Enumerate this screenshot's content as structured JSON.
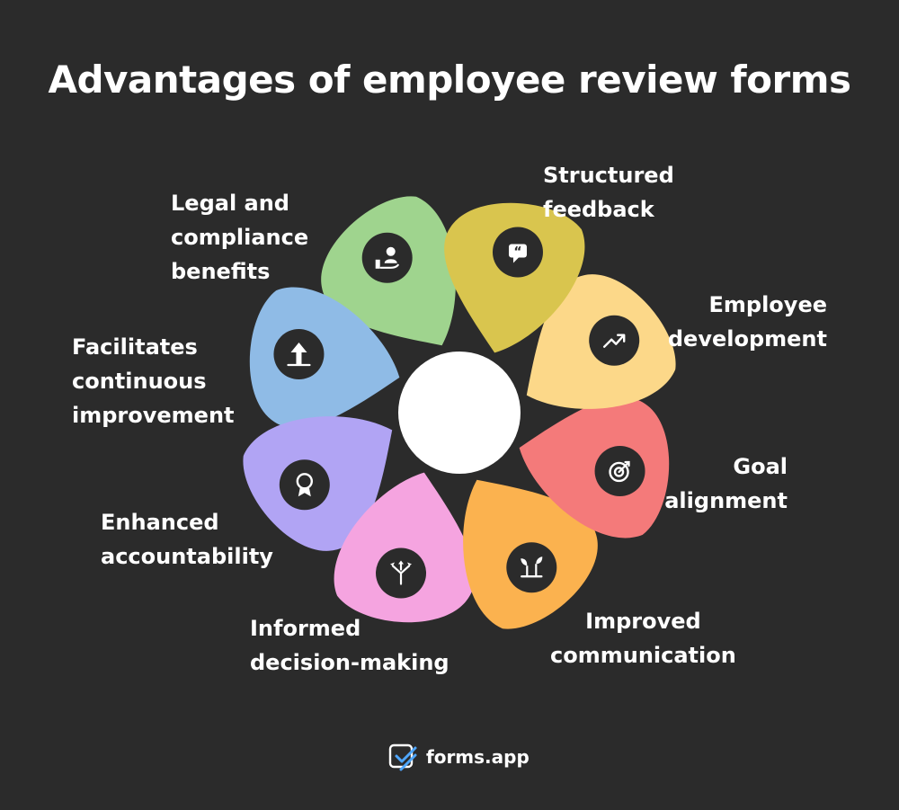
{
  "title": "Advantages of employee review forms",
  "colors": {
    "background": "#2b2b2b",
    "center": "#ffffff",
    "icon_circle": "#2b2b2b",
    "text": "#ffffff"
  },
  "items": [
    {
      "lines": [
        "Structured",
        "feedback"
      ],
      "color": "#d9c54e",
      "icon": "quote-bubble-icon"
    },
    {
      "lines": [
        "Employee",
        "development"
      ],
      "color": "#fcd889",
      "icon": "trending-up-icon"
    },
    {
      "lines": [
        "Goal",
        "alignment"
      ],
      "color": "#f47a7a",
      "icon": "target-icon"
    },
    {
      "lines": [
        "Improved",
        "communication"
      ],
      "color": "#fbb24f",
      "icon": "sprout-icon"
    },
    {
      "lines": [
        "Informed",
        "decision-making"
      ],
      "color": "#f5a4e0",
      "icon": "split-arrows-icon"
    },
    {
      "lines": [
        "Enhanced",
        "accountability"
      ],
      "color": "#b1a4f4",
      "icon": "award-ribbon-icon"
    },
    {
      "lines": [
        "Facilitates",
        "continuous",
        "improvement"
      ],
      "color": "#8fbbe6",
      "icon": "growth-arrow-icon"
    },
    {
      "lines": [
        "Legal and",
        "compliance",
        "benefits"
      ],
      "color": "#9fd48e",
      "icon": "hand-user-icon"
    }
  ],
  "brand": {
    "name": "forms.app",
    "icon": "forms-app-logo-icon"
  }
}
